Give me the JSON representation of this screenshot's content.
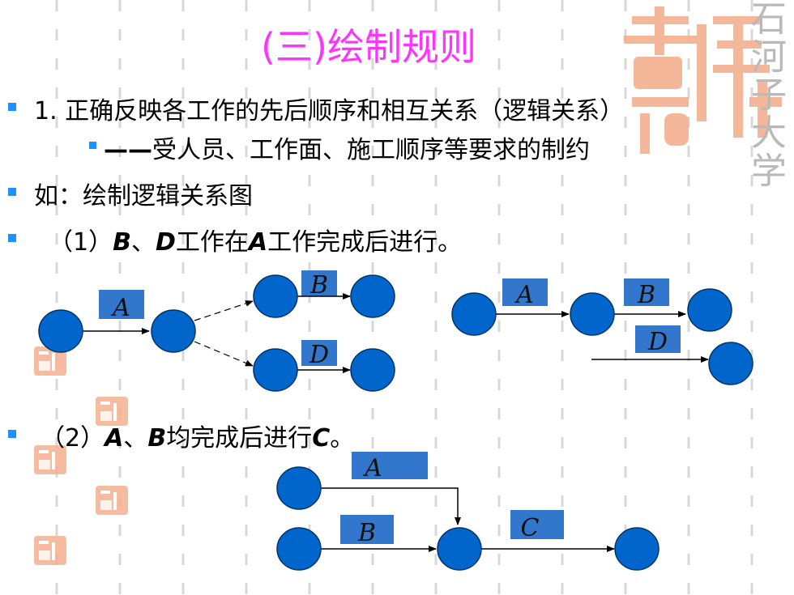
{
  "title": "(三)绘制规则",
  "school_name": [
    "石",
    "河",
    "子",
    "大",
    "学"
  ],
  "lines": {
    "rule1": "正确反映各工作的先后顺序和相互关系（逻辑关系）",
    "rule1_num": "1.",
    "rule1_sub_dash": "——",
    "rule1_sub": "受人员、工作面、施工顺序等要求的制约",
    "example": "如：绘制逻辑关系图",
    "case1_prefix": "（1）",
    "case1_b": "B",
    "case1_sep": "、",
    "case1_d": "D",
    "case1_mid": "工作在",
    "case1_a": "A",
    "case1_end": "工作完成后进行。",
    "case2_prefix": "（2）",
    "case2_a": "A",
    "case2_sep": "、",
    "case2_b": "B",
    "case2_mid": "均完成后进行",
    "case2_c": "C",
    "case2_end": "。"
  },
  "diagram1_left": {
    "labels": {
      "a": "A",
      "b": "B",
      "d": "D"
    }
  },
  "diagram1_right": {
    "labels": {
      "a": "A",
      "b": "B",
      "d": "D"
    }
  },
  "diagram2": {
    "labels": {
      "a": "A",
      "b": "B",
      "c": "C"
    }
  },
  "colors": {
    "title": "#ff33ff",
    "node": "#0066cc",
    "label_box": "#3377cc",
    "bullet": "#1e90ff",
    "logo": "#f5b090"
  }
}
